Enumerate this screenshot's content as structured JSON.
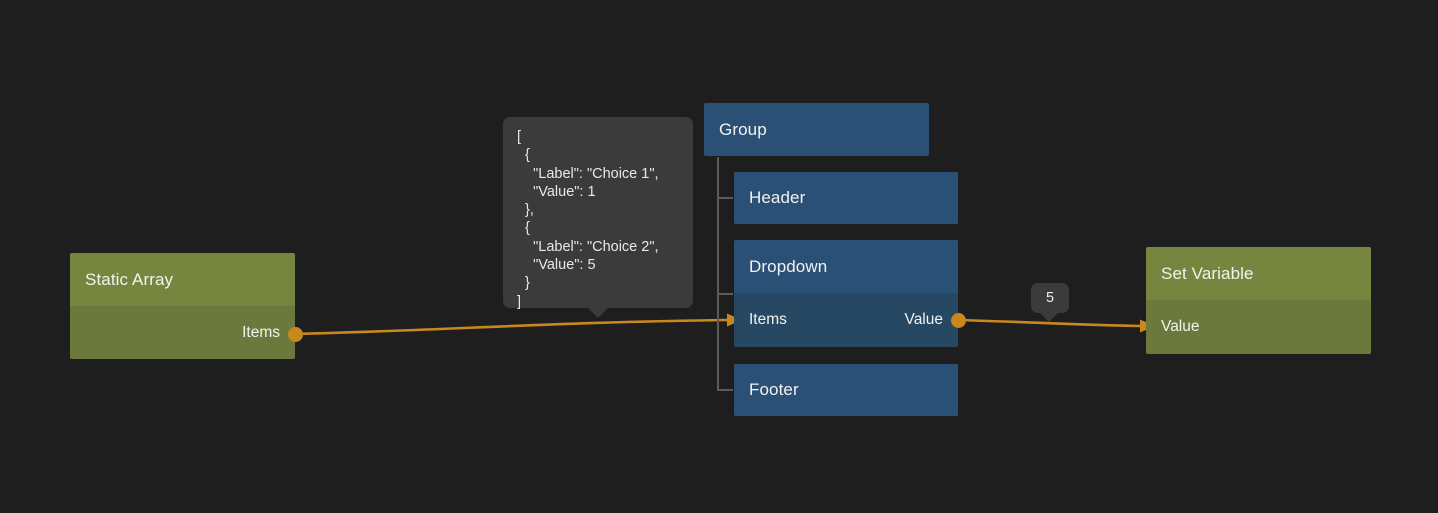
{
  "canvas": {
    "background_color": "#1e1e1e",
    "wire_color": "#c8881e",
    "tree_line_color": "#5a5a58"
  },
  "nodes": {
    "static_array": {
      "title": "Static Array",
      "output_port_label": "Items",
      "header_color": "#77863f",
      "body_color": "#6b7a3c"
    },
    "group": {
      "title": "Group",
      "header_color": "#2b5076"
    },
    "header": {
      "title": "Header",
      "header_color": "#2b5076"
    },
    "dropdown": {
      "title": "Dropdown",
      "input_port_label": "Items",
      "output_port_label": "Value",
      "header_color": "#2b5076",
      "body_color": "#274862"
    },
    "footer": {
      "title": "Footer",
      "header_color": "#2b5076"
    },
    "set_variable": {
      "title": "Set Variable",
      "input_port_label": "Value",
      "header_color": "#77863f",
      "body_color": "#6b7a3c"
    }
  },
  "tooltips": {
    "items_preview": {
      "text": "[\n  {\n    \"Label\": \"Choice 1\",\n    \"Value\": 1\n  },\n  {\n    \"Label\": \"Choice 2\",\n    \"Value\": 5\n  }\n]",
      "background_color": "#3b3b3b"
    },
    "value_preview": {
      "text": "5",
      "background_color": "#3b3b3b"
    }
  }
}
